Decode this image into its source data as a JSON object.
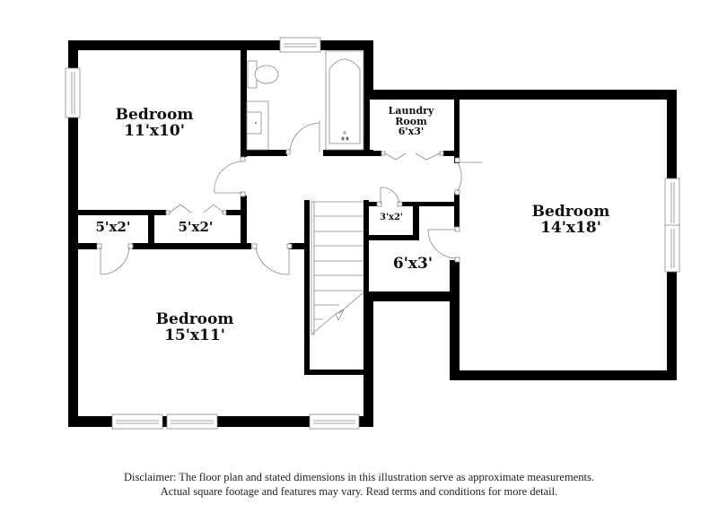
{
  "floor_plan": {
    "rooms": [
      {
        "id": "bedroom-1",
        "name": "Bedroom",
        "dimensions": "11'x10'"
      },
      {
        "id": "bedroom-2",
        "name": "Bedroom",
        "dimensions": "15'x11'"
      },
      {
        "id": "bedroom-3",
        "name": "Bedroom",
        "dimensions": "14'x18'"
      },
      {
        "id": "laundry",
        "name": "Laundry Room",
        "name_line1": "Laundry",
        "name_line2": "Room",
        "dimensions": "6'x3'"
      },
      {
        "id": "closet-a",
        "name": "",
        "dimensions": "5'x2'"
      },
      {
        "id": "closet-b",
        "name": "",
        "dimensions": "5'x2'"
      },
      {
        "id": "closet-c",
        "name": "",
        "dimensions": "3'x2'"
      },
      {
        "id": "closet-d",
        "name": "",
        "dimensions": "6'x3'"
      }
    ],
    "fixtures": [
      "toilet-icon",
      "sink-icon",
      "bathtub-icon",
      "stairs-icon",
      "window-icon",
      "door-icon",
      "bifold-door-icon"
    ],
    "colors": {
      "wall": "#000000",
      "background": "#ffffff",
      "fixture_line": "#888888"
    }
  },
  "disclaimer": {
    "line1": "Disclaimer: The floor plan and stated dimensions in this illustration serve as approximate measurements.",
    "line2": "Actual square footage and features may vary. Read terms and conditions for more detail."
  }
}
